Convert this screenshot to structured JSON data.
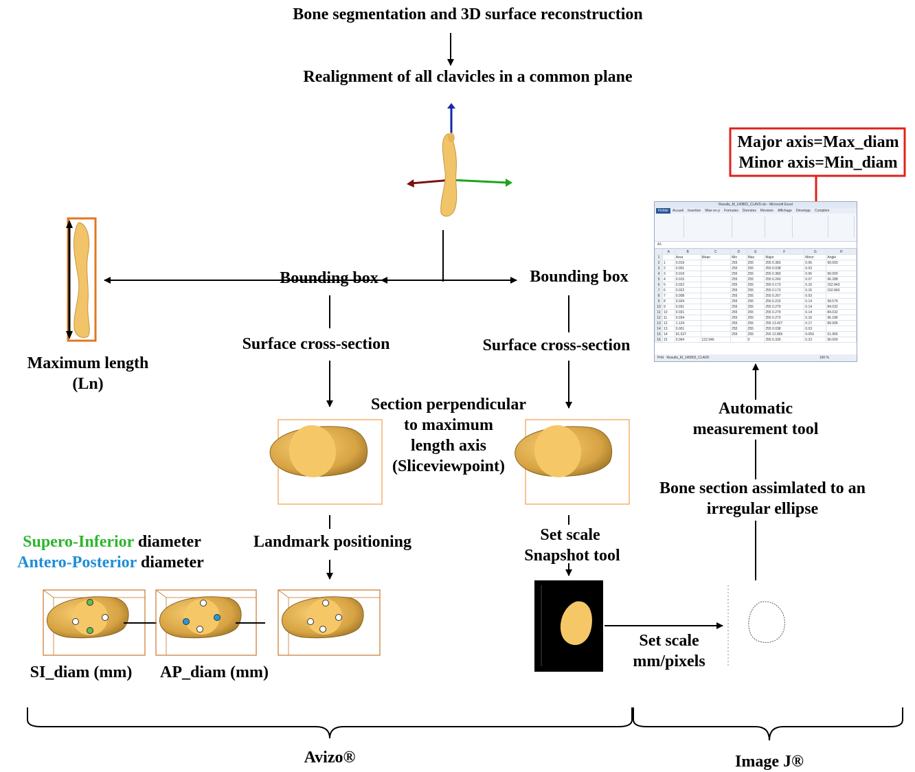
{
  "steps": {
    "segmentation": "Bone segmentation and 3D surface reconstruction",
    "realignment": "Realignment of all clavicles in a common plane",
    "bounding_box_left": "Bounding box",
    "bounding_box_right": "Bounding box",
    "max_length_line1": "Maximum length",
    "max_length_line2": "(Ln)",
    "cross_section_left": "Surface cross-section",
    "cross_section_right": "Surface cross-section",
    "section_perp": [
      "Section perpendicular",
      "to maximum",
      "length axis",
      "(Sliceviewpoint)"
    ],
    "landmark": "Landmark positioning",
    "set_scale_snapshot": [
      "Set scale",
      "Snapshot tool"
    ],
    "set_scale_mm": [
      "Set scale",
      "mm/pixels"
    ],
    "bone_section": [
      "Bone section assimlated to an",
      "irregular ellipse"
    ],
    "automatic": [
      "Automatic",
      "measurement tool"
    ],
    "si_word": "Supero-Inferior",
    "ap_word": "Antero-Posterior",
    "diameter_word": " diameter",
    "si_diam": "SI_diam (mm)",
    "ap_diam": "AP_diam (mm)",
    "axis_box": [
      "Major axis=Max_diam",
      "Minor axis=Min_diam"
    ],
    "avizo": "Avizo®",
    "imagej": "Image J®"
  },
  "colors": {
    "si": "#2db52d",
    "ap": "#1e8fd6",
    "bone": "#f6c766",
    "bone_dark": "#b88a2e",
    "frame_orange": "#f0a04a",
    "highlight_red": "#e0201b"
  },
  "spreadsheet": {
    "title": "Results_M_140802_CLAVD.xls - Microsoft Excel",
    "tabs": [
      "Fichier",
      "Accueil",
      "Insertion",
      "Mise en p",
      "Formules",
      "Données",
      "Révision",
      "Affichage",
      "Développ",
      "Complém"
    ],
    "cell_ref": "A1",
    "columns": [
      "",
      "A",
      "B",
      "C",
      "D",
      "E",
      "F",
      "G",
      "H"
    ],
    "headers": [
      "1",
      "",
      "Area",
      "Mean",
      "Min",
      "Max",
      "Major",
      "Minor",
      "Angle"
    ],
    "rows": [
      [
        "2",
        "1",
        "0.019",
        "",
        "255",
        "255",
        "255 0.383",
        "0.06",
        "90.000"
      ],
      [
        "3",
        "2",
        "0.001",
        "",
        "255",
        "255",
        "255 0.038",
        "0.03",
        ""
      ],
      [
        "4",
        "3",
        "0.019",
        "",
        "255",
        "255",
        "255 0.383",
        "0.06",
        "90.000"
      ],
      [
        "5",
        "4",
        "0.015",
        "",
        "255",
        "255",
        "255 0.243",
        "0.07",
        "96.288"
      ],
      [
        "6",
        "5",
        "0.022",
        "",
        "255",
        "255",
        "255 0.173",
        "0.16",
        "152.843"
      ],
      [
        "7",
        "6",
        "0.022",
        "",
        "255",
        "255",
        "255 0.173",
        "0.16",
        "152.843"
      ],
      [
        "8",
        "7",
        "0.008",
        "",
        "255",
        "255",
        "255 0.267",
        "0.03",
        ""
      ],
      [
        "9",
        "8",
        "0.024",
        "",
        "255",
        "255",
        "255 0.215",
        "0.14",
        "99.579"
      ],
      [
        "10",
        "9",
        "0.031",
        "",
        "255",
        "255",
        "255 0.279",
        "0.14",
        "84.032"
      ],
      [
        "11",
        "10",
        "0.031",
        "",
        "255",
        "255",
        "255 0.279",
        "0.14",
        "84.032"
      ],
      [
        "12",
        "11",
        "0.034",
        "",
        "255",
        "255",
        "255 0.273",
        "0.16",
        "96.186"
      ],
      [
        "13",
        "12",
        "1.124",
        "",
        "255",
        "255",
        "255 13.427",
        "0.17",
        "89.995"
      ],
      [
        "14",
        "13",
        "0.001",
        "",
        "255",
        "255",
        "255 0.038",
        "0.03",
        ""
      ],
      [
        "15",
        "14",
        "91.537",
        "",
        "255",
        "255",
        "255 12.865",
        "9.059",
        "51.965"
      ],
      [
        "16",
        "15",
        "0.064",
        "122.946",
        "",
        "0",
        "255 0.330",
        "0.23",
        "90.000"
      ]
    ],
    "sheet_name": "Results_M_140802_CLAVD",
    "status": "Prêt",
    "zoom": "100 %"
  }
}
